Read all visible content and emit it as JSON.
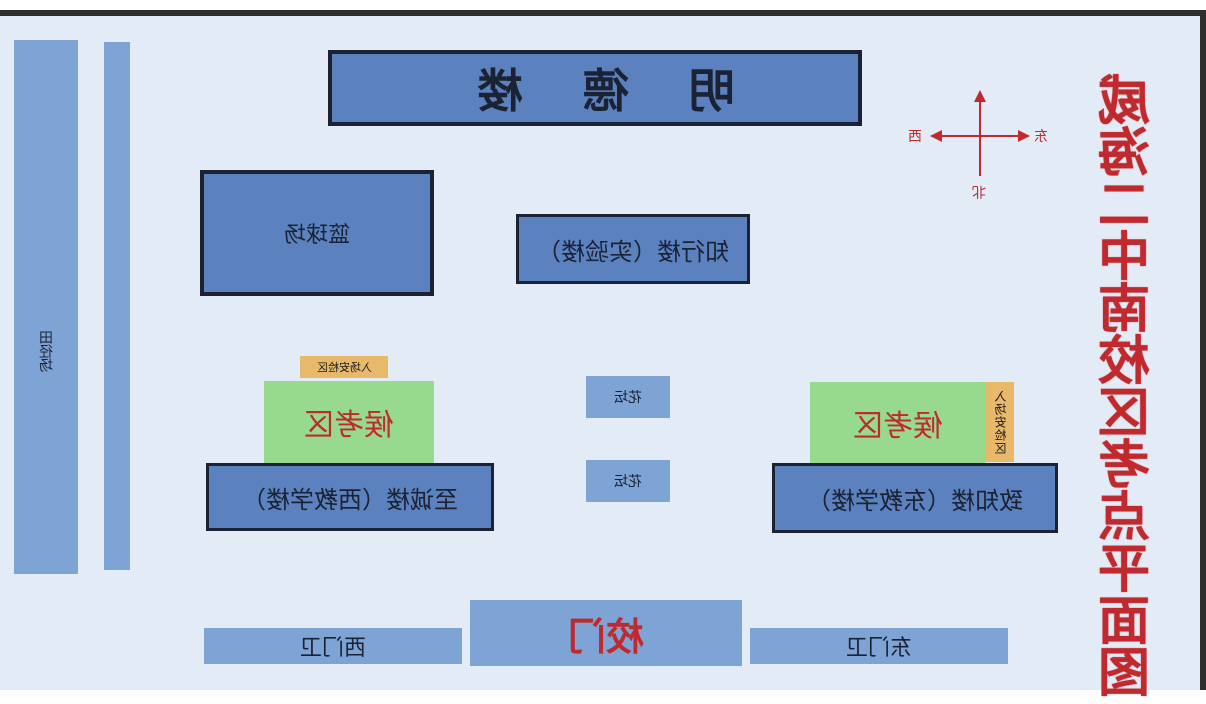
{
  "map": {
    "title_chars": [
      "威",
      "海",
      "二",
      "中",
      "南",
      "校",
      "区",
      "考",
      "点",
      "平",
      "面",
      "图"
    ],
    "buildings": {
      "mingde": "明 德 楼",
      "basketball_court": "篮球场",
      "zhixing": "知行楼（实验楼）",
      "zhicheng": "至诚楼（西教学楼）",
      "zhizhi": "致知楼（东教学楼）"
    },
    "waiting_area_west": "候考区",
    "waiting_area_east": "候考区",
    "security_west": "入场安检区",
    "security_east": "入场安检区",
    "flower_bed_1": "花坛",
    "flower_bed_2": "花坛",
    "field": "田径场",
    "gates": {
      "west_guard": "西门卫",
      "main_gate": "校门",
      "east_guard": "东门卫"
    },
    "compass": {
      "west": "西",
      "east": "东",
      "south": "北"
    },
    "colors": {
      "building_fill": "#5b82bf",
      "light_block": "#7ea4d6",
      "waiting_area": "#97d98d",
      "security_tag": "#e8b96a",
      "accent_red": "#c0292d",
      "background": "#e3ebf6"
    }
  }
}
